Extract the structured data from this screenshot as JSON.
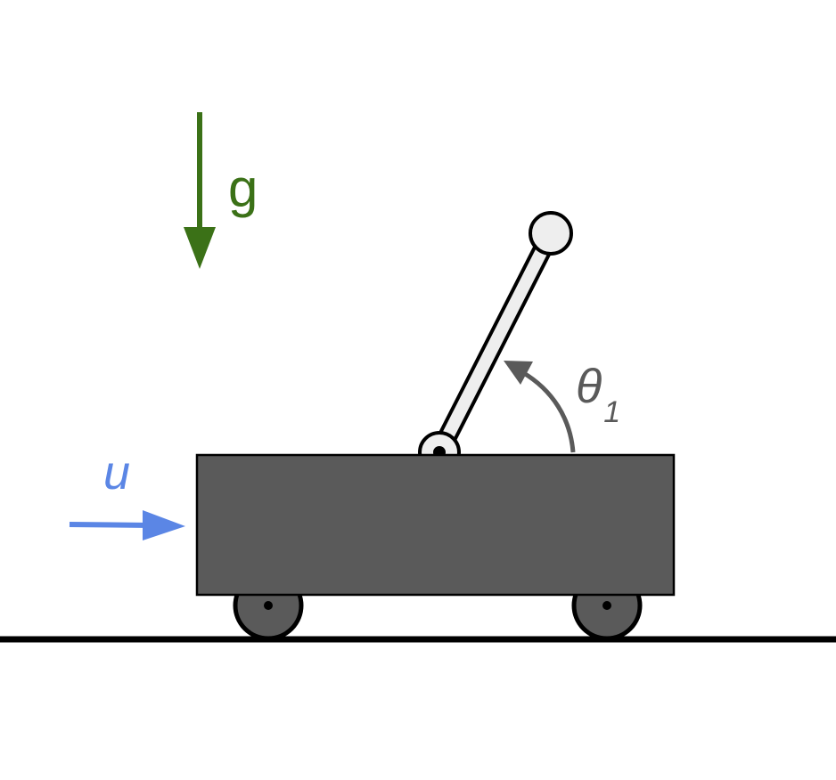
{
  "labels": {
    "gravity": "g",
    "control_input": "u",
    "angle_symbol": "θ",
    "angle_subscript": "1"
  },
  "colors": {
    "gravity": "#3b7117",
    "control_input": "#5b86e5",
    "angle": "#5a5a5a",
    "cart_body": "#5a5a5a",
    "wheel": "#5a5a5a",
    "pole": "#eeeeee",
    "outline": "#000000",
    "ground": "#000000"
  },
  "icons": {
    "gravity_arrow": "arrow-down-icon",
    "force_arrow": "arrow-right-icon",
    "angle_arc": "curved-arrow-icon"
  }
}
